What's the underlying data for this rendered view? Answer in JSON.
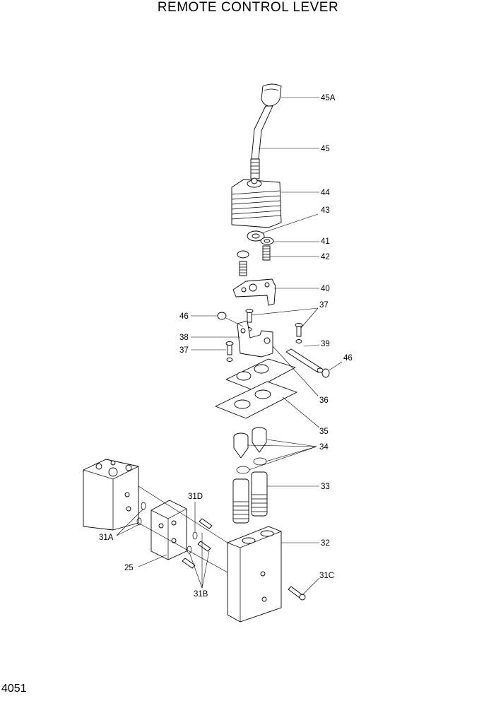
{
  "title": "REMOTE CONTROL LEVER",
  "page_number": "4051",
  "callouts": {
    "c45A": "45A",
    "c45": "45",
    "c44": "44",
    "c43": "43",
    "c41": "41",
    "c42": "42",
    "c40": "40",
    "c37a": "37",
    "c46a": "46",
    "c38": "38",
    "c37b": "37",
    "c39": "39",
    "c46b": "46",
    "c36": "36",
    "c35": "35",
    "c34": "34",
    "c33": "33",
    "c31D": "31D",
    "c31A": "31A",
    "c32": "32",
    "c25": "25",
    "c31C": "31C",
    "c31B": "31B"
  }
}
